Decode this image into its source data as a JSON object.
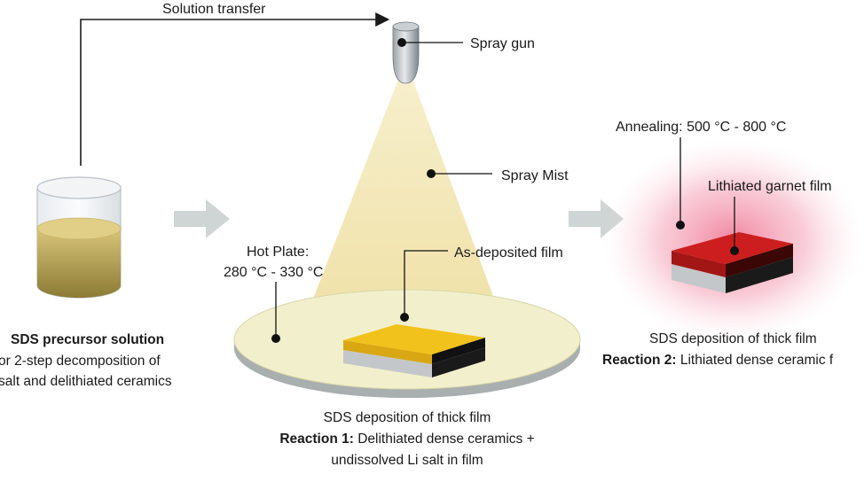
{
  "labels": {
    "solution_transfer": "Solution transfer",
    "spray_gun": "Spray gun",
    "spray_mist": "Spray Mist",
    "hot_plate_line1": "Hot Plate:",
    "hot_plate_line2": "280 °C - 330 °C",
    "as_deposited_film": "As-deposited film",
    "annealing": "Annealing: 500 °C - 800 °C",
    "lithiated_garnet_film": "Lithiated garnet film"
  },
  "captions": {
    "left": {
      "title": "SDS precursor solution",
      "line2": "or 2-step decomposition of",
      "line3": "salt and delithiated ceramics"
    },
    "middle": {
      "title": "SDS deposition of thick film",
      "line2_bold": "Reaction 1:",
      "line2_rest": " Delithiated dense ceramics +",
      "line3": "undissolved Li salt in film"
    },
    "right": {
      "title": "SDS deposition of thick film",
      "line2_bold": "Reaction 2:",
      "line2_rest": " Lithiated dense ceramic f"
    }
  },
  "colors": {
    "solution": "#d8c47a",
    "mist": "#f3e6b0",
    "plate_top": "#f2f0cc",
    "film_yellow": "#f1c21b",
    "film_red": "#cc1e1e",
    "substrate": "#c4c7c9",
    "arrow": "#cfd5d4",
    "glow": "#f29bb0"
  }
}
